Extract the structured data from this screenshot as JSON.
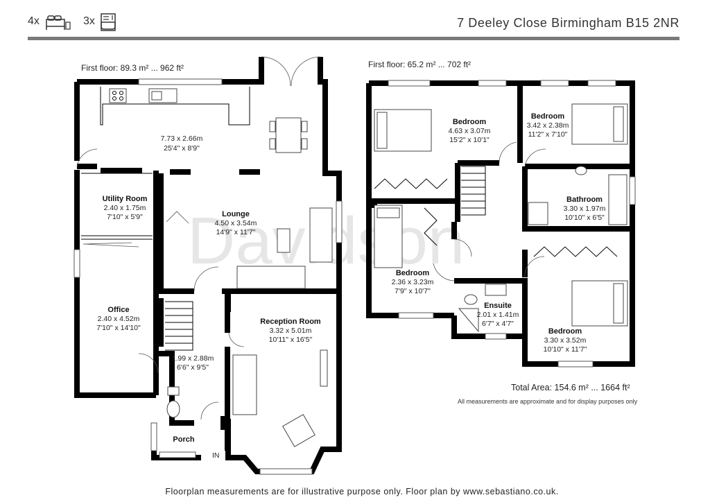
{
  "header": {
    "bedrooms_count": "4x",
    "bathrooms_count": "3x",
    "address": "7 Deeley Close Birmingham B15 2NR",
    "bedroom_icon": "bed-icon",
    "bathroom_icon": "bath-icon"
  },
  "watermark": "Davidson",
  "floors": [
    {
      "label": "First floor: 89.3 m² ... 962 ft²",
      "rooms": [
        {
          "id": "kitchen",
          "name": "",
          "metric": "7.73 x 2.66m",
          "imperial": "25'4\" x 8'9\""
        },
        {
          "id": "utility",
          "name": "Utility Room",
          "metric": "2.40 x 1.75m",
          "imperial": "7'10\" x 5'9\""
        },
        {
          "id": "lounge",
          "name": "Lounge",
          "metric": "4.50 x 3.54m",
          "imperial": "14'9\" x 11'7\""
        },
        {
          "id": "office",
          "name": "Office",
          "metric": "2.40 x 4.52m",
          "imperial": "7'10\" x 14'10\""
        },
        {
          "id": "reception",
          "name": "Reception Room",
          "metric": "3.32 x 5.01m",
          "imperial": "10'11\" x 16'5\""
        },
        {
          "id": "hall",
          "name": "",
          "metric": "1.99 x 2.88m",
          "imperial": "6'6\" x 9'5\""
        },
        {
          "id": "porch",
          "name": "Porch",
          "metric": "",
          "imperial": ""
        }
      ],
      "entry_label": "IN"
    },
    {
      "label": "First floor: 65.2 m² ... 702 ft²",
      "rooms": [
        {
          "id": "bed1",
          "name": "Bedroom",
          "metric": "4.63 x 3.07m",
          "imperial": "15'2\" x 10'1\""
        },
        {
          "id": "bed2",
          "name": "Bedroom",
          "metric": "3.42 x 2.38m",
          "imperial": "11'2\" x 7'10\""
        },
        {
          "id": "bath",
          "name": "Bathroom",
          "metric": "3.30 x 1.97m",
          "imperial": "10'10\" x 6'5\""
        },
        {
          "id": "bed3",
          "name": "Bedroom",
          "metric": "2.36 x 3.23m",
          "imperial": "7'9\" x 10'7\""
        },
        {
          "id": "ensuite",
          "name": "Ensuite",
          "metric": "2.01 x 1.41m",
          "imperial": "6'7\" x 4'7\""
        },
        {
          "id": "bed4",
          "name": "Bedroom",
          "metric": "3.30 x 3.52m",
          "imperial": "10'10\" x 11'7\""
        }
      ]
    }
  ],
  "total_area": "Total Area: 154.6 m² ... 1664 ft²",
  "disclaimer": "All measurements are approximate and for display purposes only",
  "footer": "Floorplan measurements are for illustrative purpose only. Floor plan by www.sebastiano.co.uk."
}
